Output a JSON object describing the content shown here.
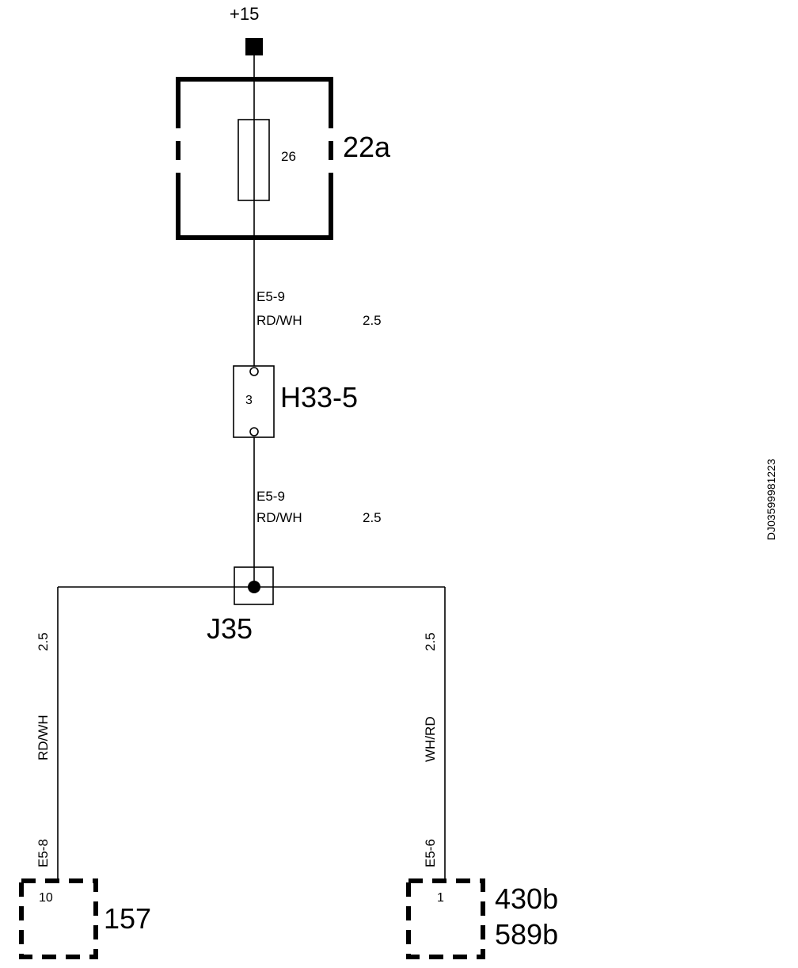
{
  "supply": {
    "label": "+15"
  },
  "fuse_box": {
    "id": "22a",
    "fuse_number": "26"
  },
  "wire_top": {
    "code": "E5-9",
    "color": "RD/WH",
    "size": "2.5"
  },
  "connector": {
    "id": "H33-5",
    "pin": "3"
  },
  "wire_mid": {
    "code": "E5-9",
    "color": "RD/WH",
    "size": "2.5"
  },
  "junction": {
    "id": "J35"
  },
  "branch_left": {
    "size": "2.5",
    "color": "RD/WH",
    "code": "E5-8"
  },
  "branch_right": {
    "size": "2.5",
    "color": "WH/RD",
    "code": "E5-6"
  },
  "component_left": {
    "id": "157",
    "pin": "10"
  },
  "component_right": {
    "ids": [
      "430b",
      "589b"
    ],
    "pin": "1"
  },
  "document_code": "DJ03599981223"
}
